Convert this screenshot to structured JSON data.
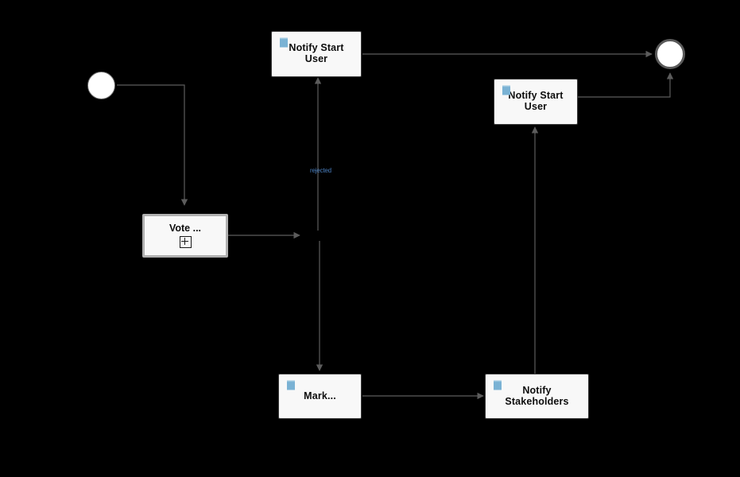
{
  "diagram": {
    "type": "bpmn-process-diagram",
    "background_color": "#000000",
    "connector_color": "#5c5c5c",
    "task_fill": "#f8f8f8",
    "task_border": "#3a3a3a",
    "icon_color": "#7ab2d4",
    "label_color": "#4a7fbf"
  },
  "nodes": {
    "start_event": {
      "name": "start-event",
      "shape": "circle",
      "label": ""
    },
    "vote_subprocess": {
      "name": "vote-subprocess",
      "label": "Vote ...",
      "marker": "+"
    },
    "notify_start_user_top": {
      "name": "notify-start-user-top",
      "label": "Notify Start User",
      "icon": "script-task-icon"
    },
    "notify_start_user_right": {
      "name": "notify-start-user-right",
      "label": "Notify Start User",
      "icon": "script-task-icon"
    },
    "mark_task": {
      "name": "mark-task",
      "label": "Mark...",
      "icon": "script-task-icon"
    },
    "notify_stakeholders": {
      "name": "notify-stakeholders",
      "label": "Notify Stakeholders",
      "icon": "script-task-icon"
    },
    "end_event": {
      "name": "end-event",
      "shape": "circle-thick",
      "label": ""
    }
  },
  "edges": [
    {
      "name": "start-to-vote",
      "from": "start_event",
      "to": "vote_subprocess",
      "label": ""
    },
    {
      "name": "vote-to-gateway",
      "from": "vote_subprocess",
      "to": "gateway",
      "label": ""
    },
    {
      "name": "gateway-to-notify-start-user-top",
      "from": "gateway",
      "to": "notify_start_user_top",
      "label": "rejected"
    },
    {
      "name": "gateway-to-mark",
      "from": "gateway",
      "to": "mark_task",
      "label": ""
    },
    {
      "name": "notify-start-user-top-to-end",
      "from": "notify_start_user_top",
      "to": "end_event",
      "label": ""
    },
    {
      "name": "mark-to-notify-stakeholders",
      "from": "mark_task",
      "to": "notify_stakeholders",
      "label": ""
    },
    {
      "name": "notify-stakeholders-to-notify-start-user-right",
      "from": "notify_stakeholders",
      "to": "notify_start_user_right",
      "label": ""
    },
    {
      "name": "notify-start-user-right-to-end",
      "from": "notify_start_user_right",
      "to": "end_event",
      "label": ""
    }
  ],
  "edge_labels": {
    "rejected": "rejected"
  }
}
